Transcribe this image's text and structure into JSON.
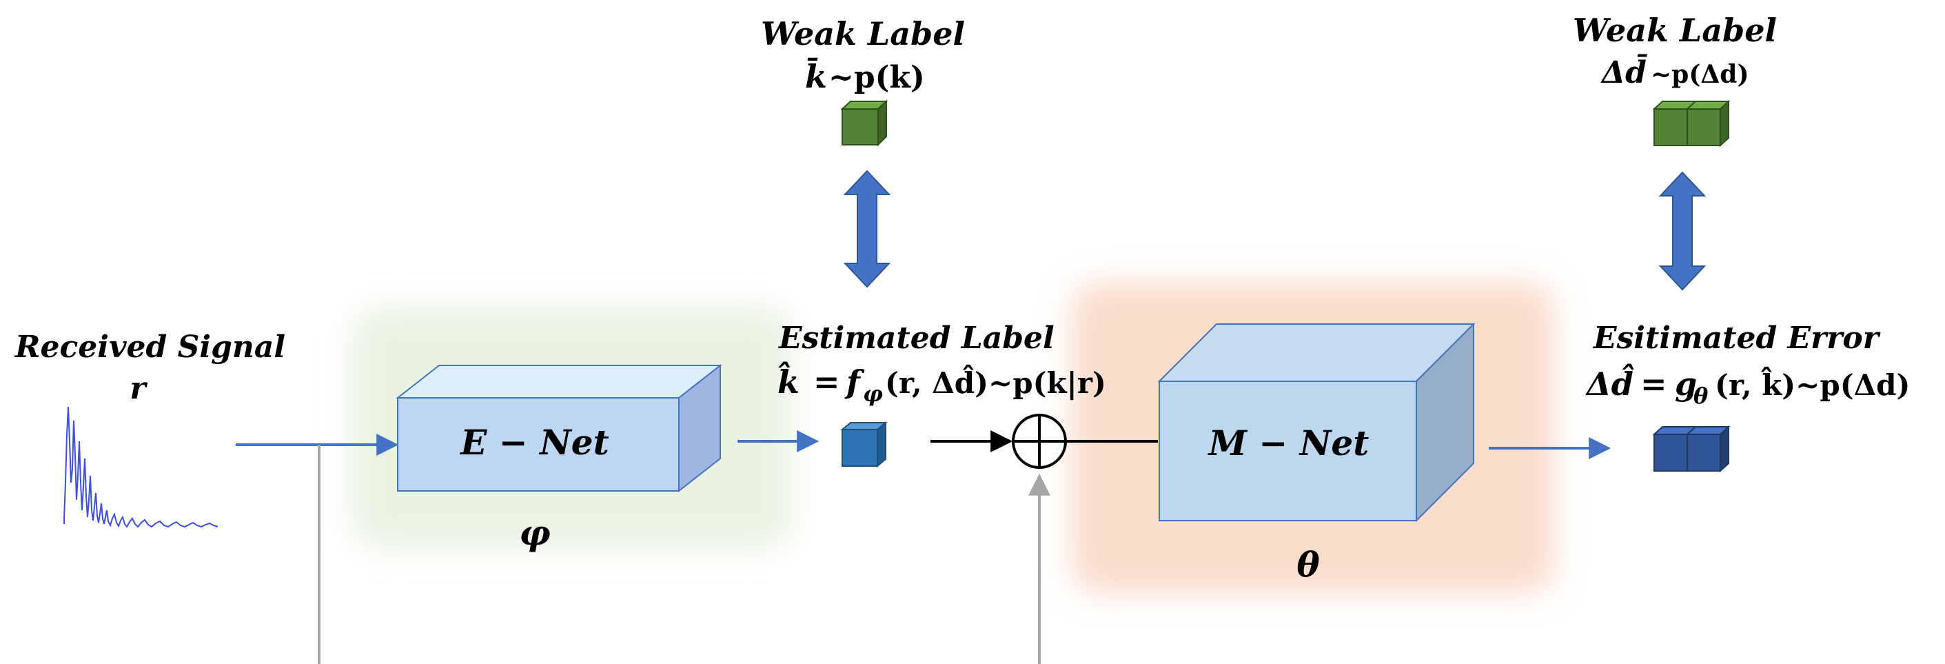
{
  "colors": {
    "line_blue": "#4472C4",
    "arrow_blue": "#4472C4",
    "box_light": "#C7DCF2",
    "box_front_enet": "#BDD7EE",
    "box_top_enet": "#DDEEFB",
    "box_side_enet": "#9DB3E0",
    "box_front_mnet": "#BDD7EE",
    "box_side_mnet": "#97AFC8",
    "glow_green": "#E9F3E1",
    "glow_orange": "#FBE0CF",
    "weak_cube_green": "#548235",
    "est_cube_blue": "#2E75B6",
    "err_cube_blue": "#2F5597",
    "feedback_gray": "#AAAAAA"
  },
  "received_signal": {
    "title": "Received Signal",
    "symbol": "r"
  },
  "enet": {
    "name": "E − Net",
    "param": "φ"
  },
  "mnet": {
    "name": "M − Net",
    "param": "θ"
  },
  "weak_label_k": {
    "title": "Weak Label",
    "symbol": "k̄",
    "dist": "~p(k)"
  },
  "weak_label_d": {
    "title": "Weak Label",
    "symbol": "Δd̄",
    "dist": "~p(Δd)"
  },
  "estimated_label": {
    "title": "Estimated Label",
    "formula_lhs": "k̂",
    "formula_eq": "=",
    "formula_f": "f",
    "formula_sub": "φ",
    "formula_args": "(r, Δd̂)~p(k|r)"
  },
  "estimated_error": {
    "title": "Esitimated Error",
    "formula_lhs": "Δd̂",
    "formula_eq": "=",
    "formula_g": "g",
    "formula_sub": "θ",
    "formula_args": "(r, k̂)~p(Δd)"
  },
  "icons": {
    "sum_junction": "circle-plus-icon",
    "signal_waveform": "waveform-icon",
    "bidirectional_arrow": "double-arrow-icon"
  }
}
